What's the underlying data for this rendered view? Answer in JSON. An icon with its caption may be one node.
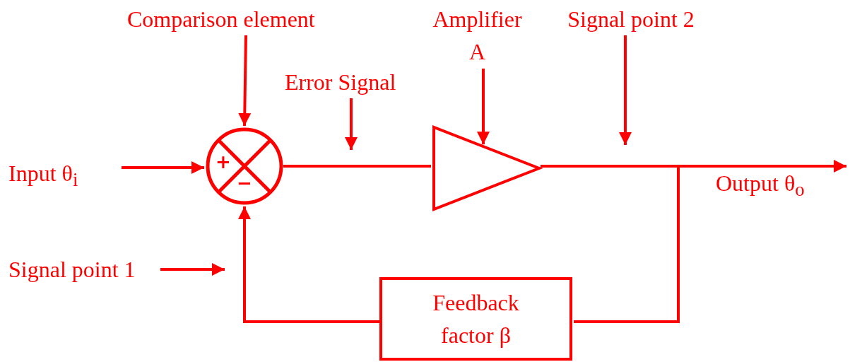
{
  "diagram": {
    "nodes": [
      {
        "text": [
          "Comparison element"
        ]
      },
      {
        "text": [
          "+",
          "−"
        ]
      },
      {
        "text": [
          "Error Signal"
        ]
      },
      {
        "text": [
          "Amplifier A"
        ]
      },
      {
        "text": [],
        "shape": "triangle"
      },
      {
        "text": [
          "Signal point 2"
        ]
      },
      {
        "text": [
          "Input θ$_{i}$"
        ]
      },
      {
        "text": [
          "Output θ$_{o}$"
        ]
      },
      {
        "text": [
          "Feedback factor β"
        ]
      },
      {
        "text": [
          "Signal point 1"
        ]
      }
    ],
    "edges": [
      {
        "from": 0,
        "to": 1,
        "arrow": "to"
      },
      {
        "from": 2,
        "to": null,
        "arrow": "to"
      },
      {
        "from": 3,
        "to": 4,
        "arrow": "to"
      },
      {
        "from": 5,
        "to": null,
        "arrow": "to"
      },
      {
        "from": 6,
        "to": 1,
        "arrow": "to"
      },
      {
        "from": 1,
        "to": 4,
        "arrow": "none"
      },
      {
        "from": 4,
        "to": 7,
        "arrow": "to"
      },
      {
        "from": 4,
        "to": 8,
        "arrow": "none"
      },
      {
        "from": 8,
        "to": 1,
        "arrow": "to"
      },
      {
        "from": 9,
        "to": null,
        "arrow": "to"
      }
    ]
  }
}
